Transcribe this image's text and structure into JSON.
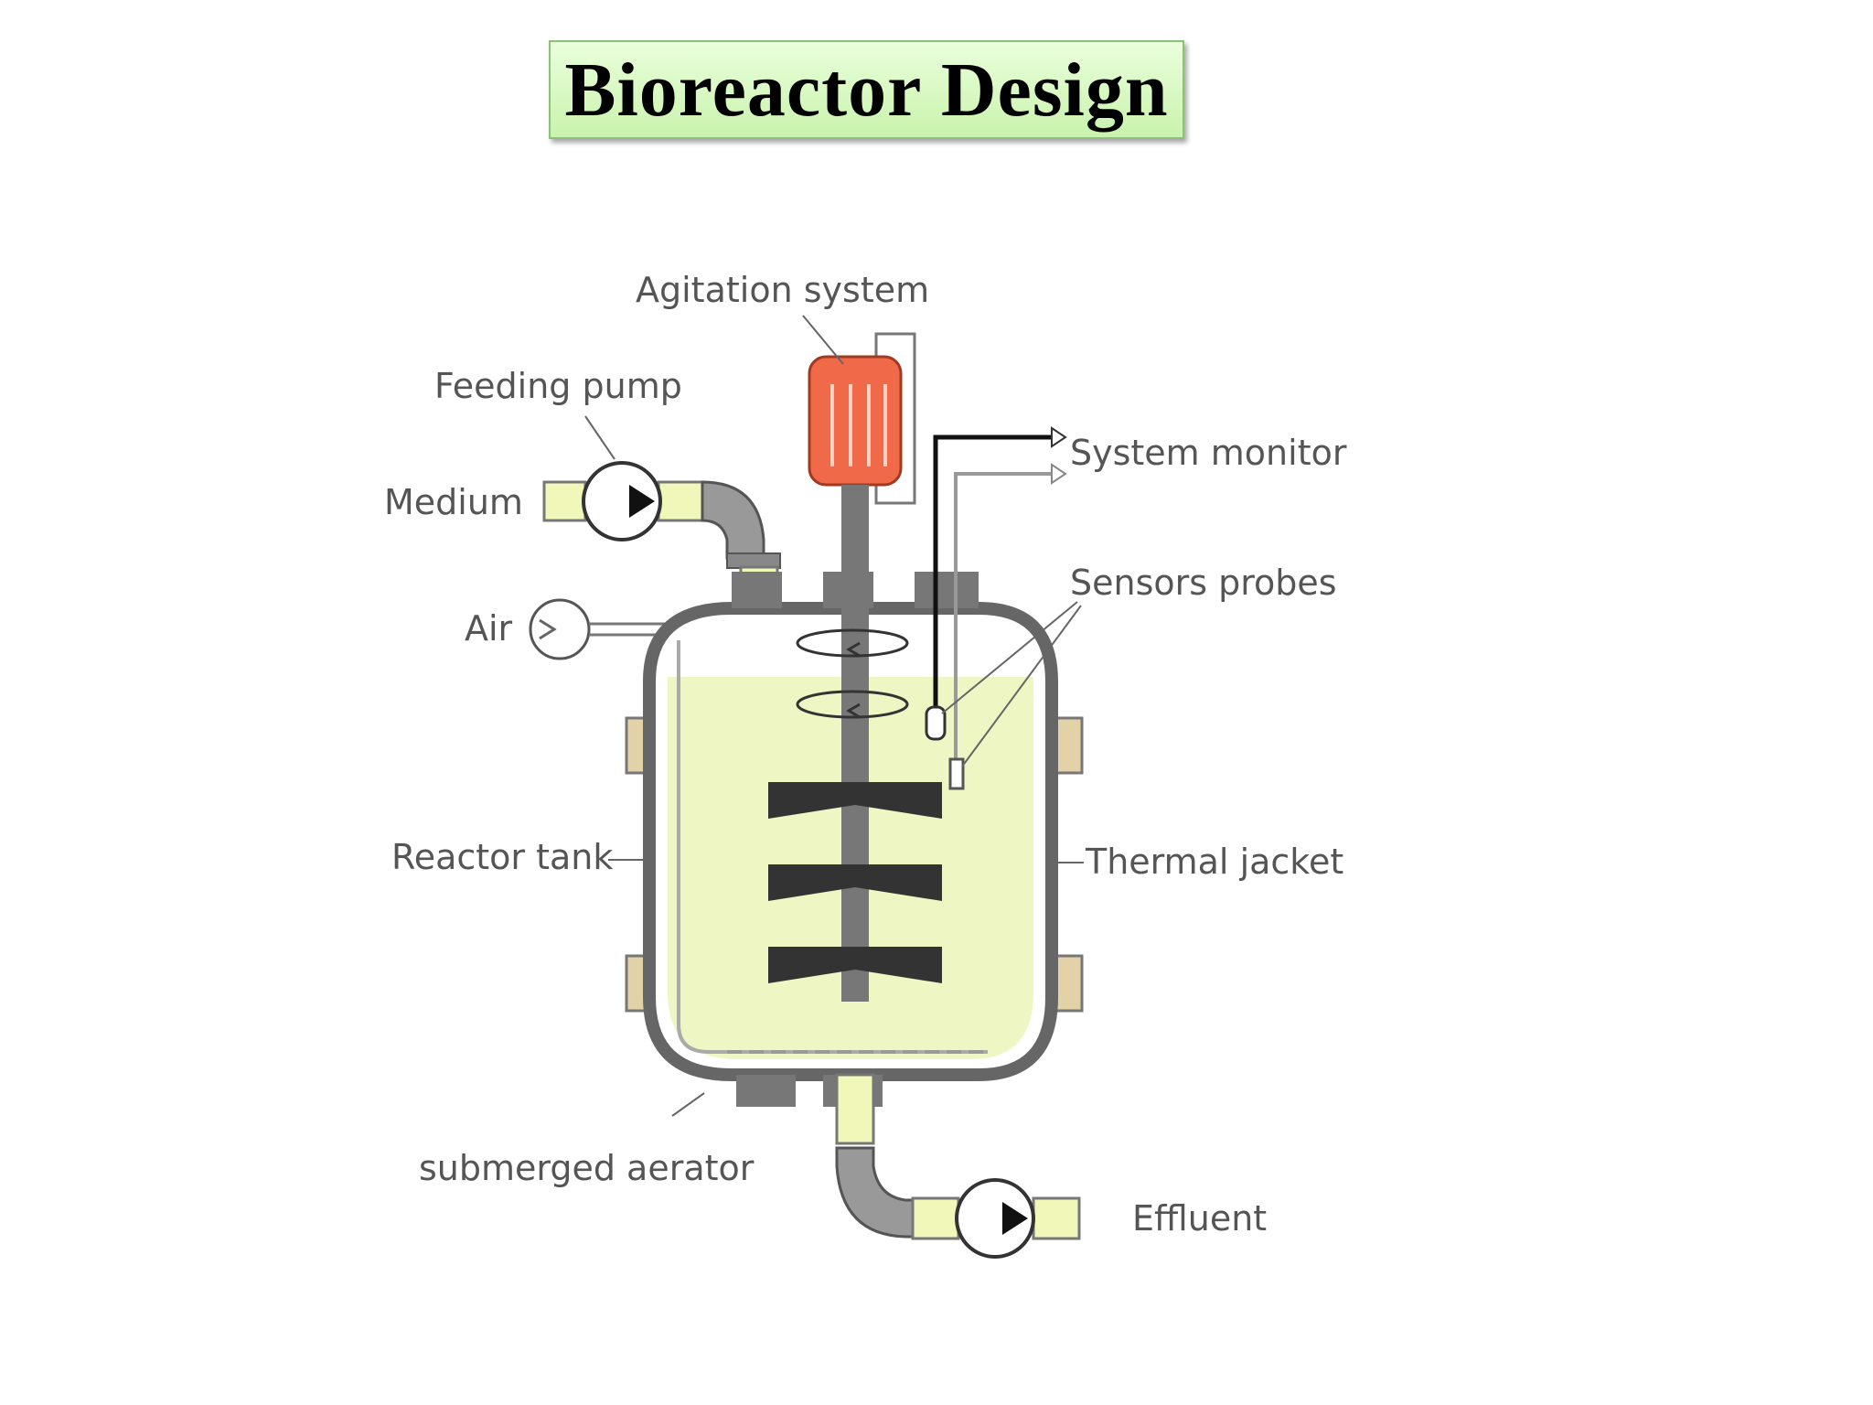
{
  "title": "Bioreactor Design",
  "labels": {
    "agitation_system": "Agitation system",
    "feeding_pump": "Feeding pump",
    "medium": "Medium",
    "system_monitor": "System monitor",
    "air": "Air",
    "sensors_probes": "Sensors probes",
    "reactor_tank": "Reactor tank",
    "thermal_jacket": "Thermal jacket",
    "submerged_aerator": "submerged aerator",
    "effluent": "Effluent"
  },
  "colors": {
    "title_bg": "#d4f7bd",
    "title_border": "#8fc07a",
    "liquid": "#eef6c4",
    "motor": "#f06a4a",
    "vessel_wall": "#777777",
    "jacket_pad": "#e3d2a8",
    "impeller": "#333333"
  }
}
